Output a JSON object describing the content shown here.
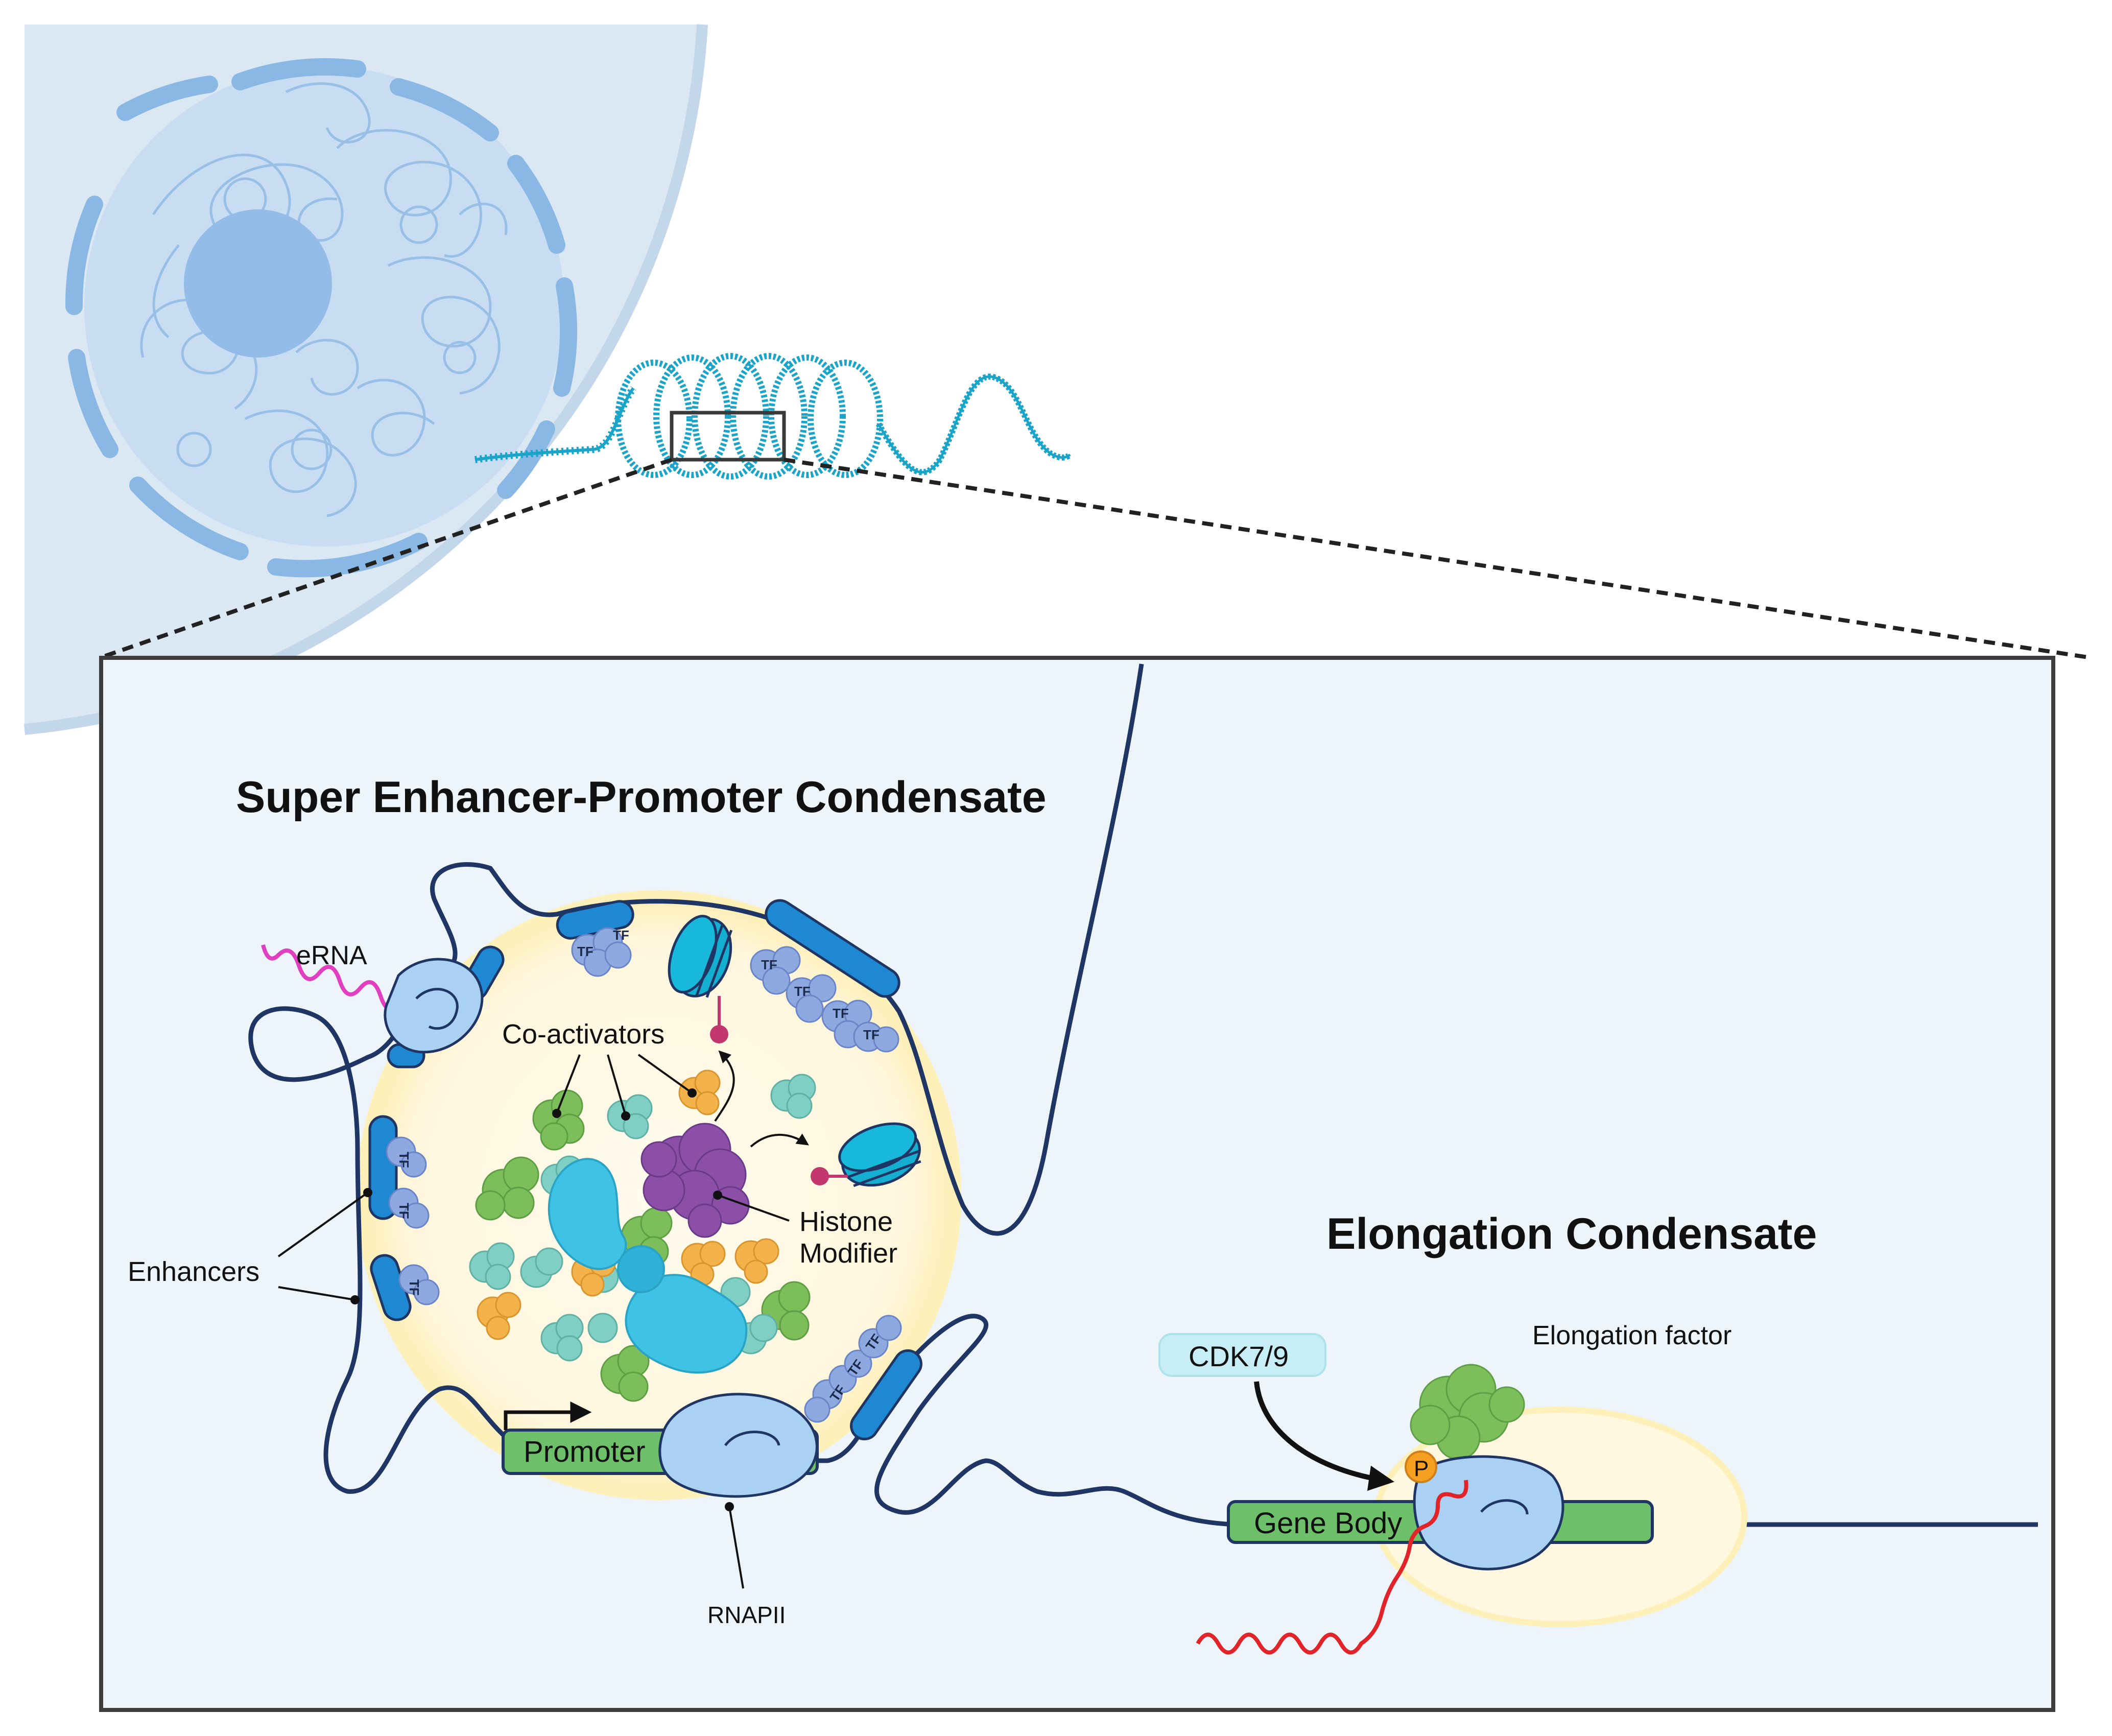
{
  "titles": {
    "condensate_1": "Super Enhancer-Promoter Condensate",
    "condensate_2": "Elongation Condensate"
  },
  "labels": {
    "erna": "eRNA",
    "coactivators": "Co-activators",
    "histone_modifier_line1": "Histone",
    "histone_modifier_line2": "Modifier",
    "enhancers": "Enhancers",
    "promoter": "Promoter",
    "rnapii": "RNAPII",
    "cdk": "CDK7/9",
    "elongation_factor": "Elongation factor",
    "gene_body": "Gene Body",
    "phospho": "P",
    "tf": "TF"
  },
  "colors": {
    "nucleus": "#9cc4ec",
    "chromatin_fiber": "#1aa5c8",
    "dna_line": "#1f3563",
    "enhancer": "#1e88d2",
    "tf_cluster": "#8ea8e0",
    "condensate_fill": "#fff9e6",
    "condensate_glow": "#fdf0b8",
    "promoter_gene": "#6dbf6a",
    "rnapii": "#aad0f2",
    "erna": "#e040c0",
    "mrna": "#e0242a",
    "histone_modifier": "#8c4fa8",
    "coactivator_green": "#7cbf5a",
    "coactivator_teal": "#7fcfc4",
    "coactivator_orange": "#f3b24a",
    "mark_pin": "#c2386e",
    "cdk_box": "#c7eef5",
    "phospho": "#f5a021"
  },
  "icons": [
    "nucleus-icon",
    "chromatin-fiber-icon",
    "nucleosome-icon",
    "rnapii-icon",
    "histone-modifier-icon",
    "tf-cluster-icon",
    "coactivator-icon"
  ]
}
